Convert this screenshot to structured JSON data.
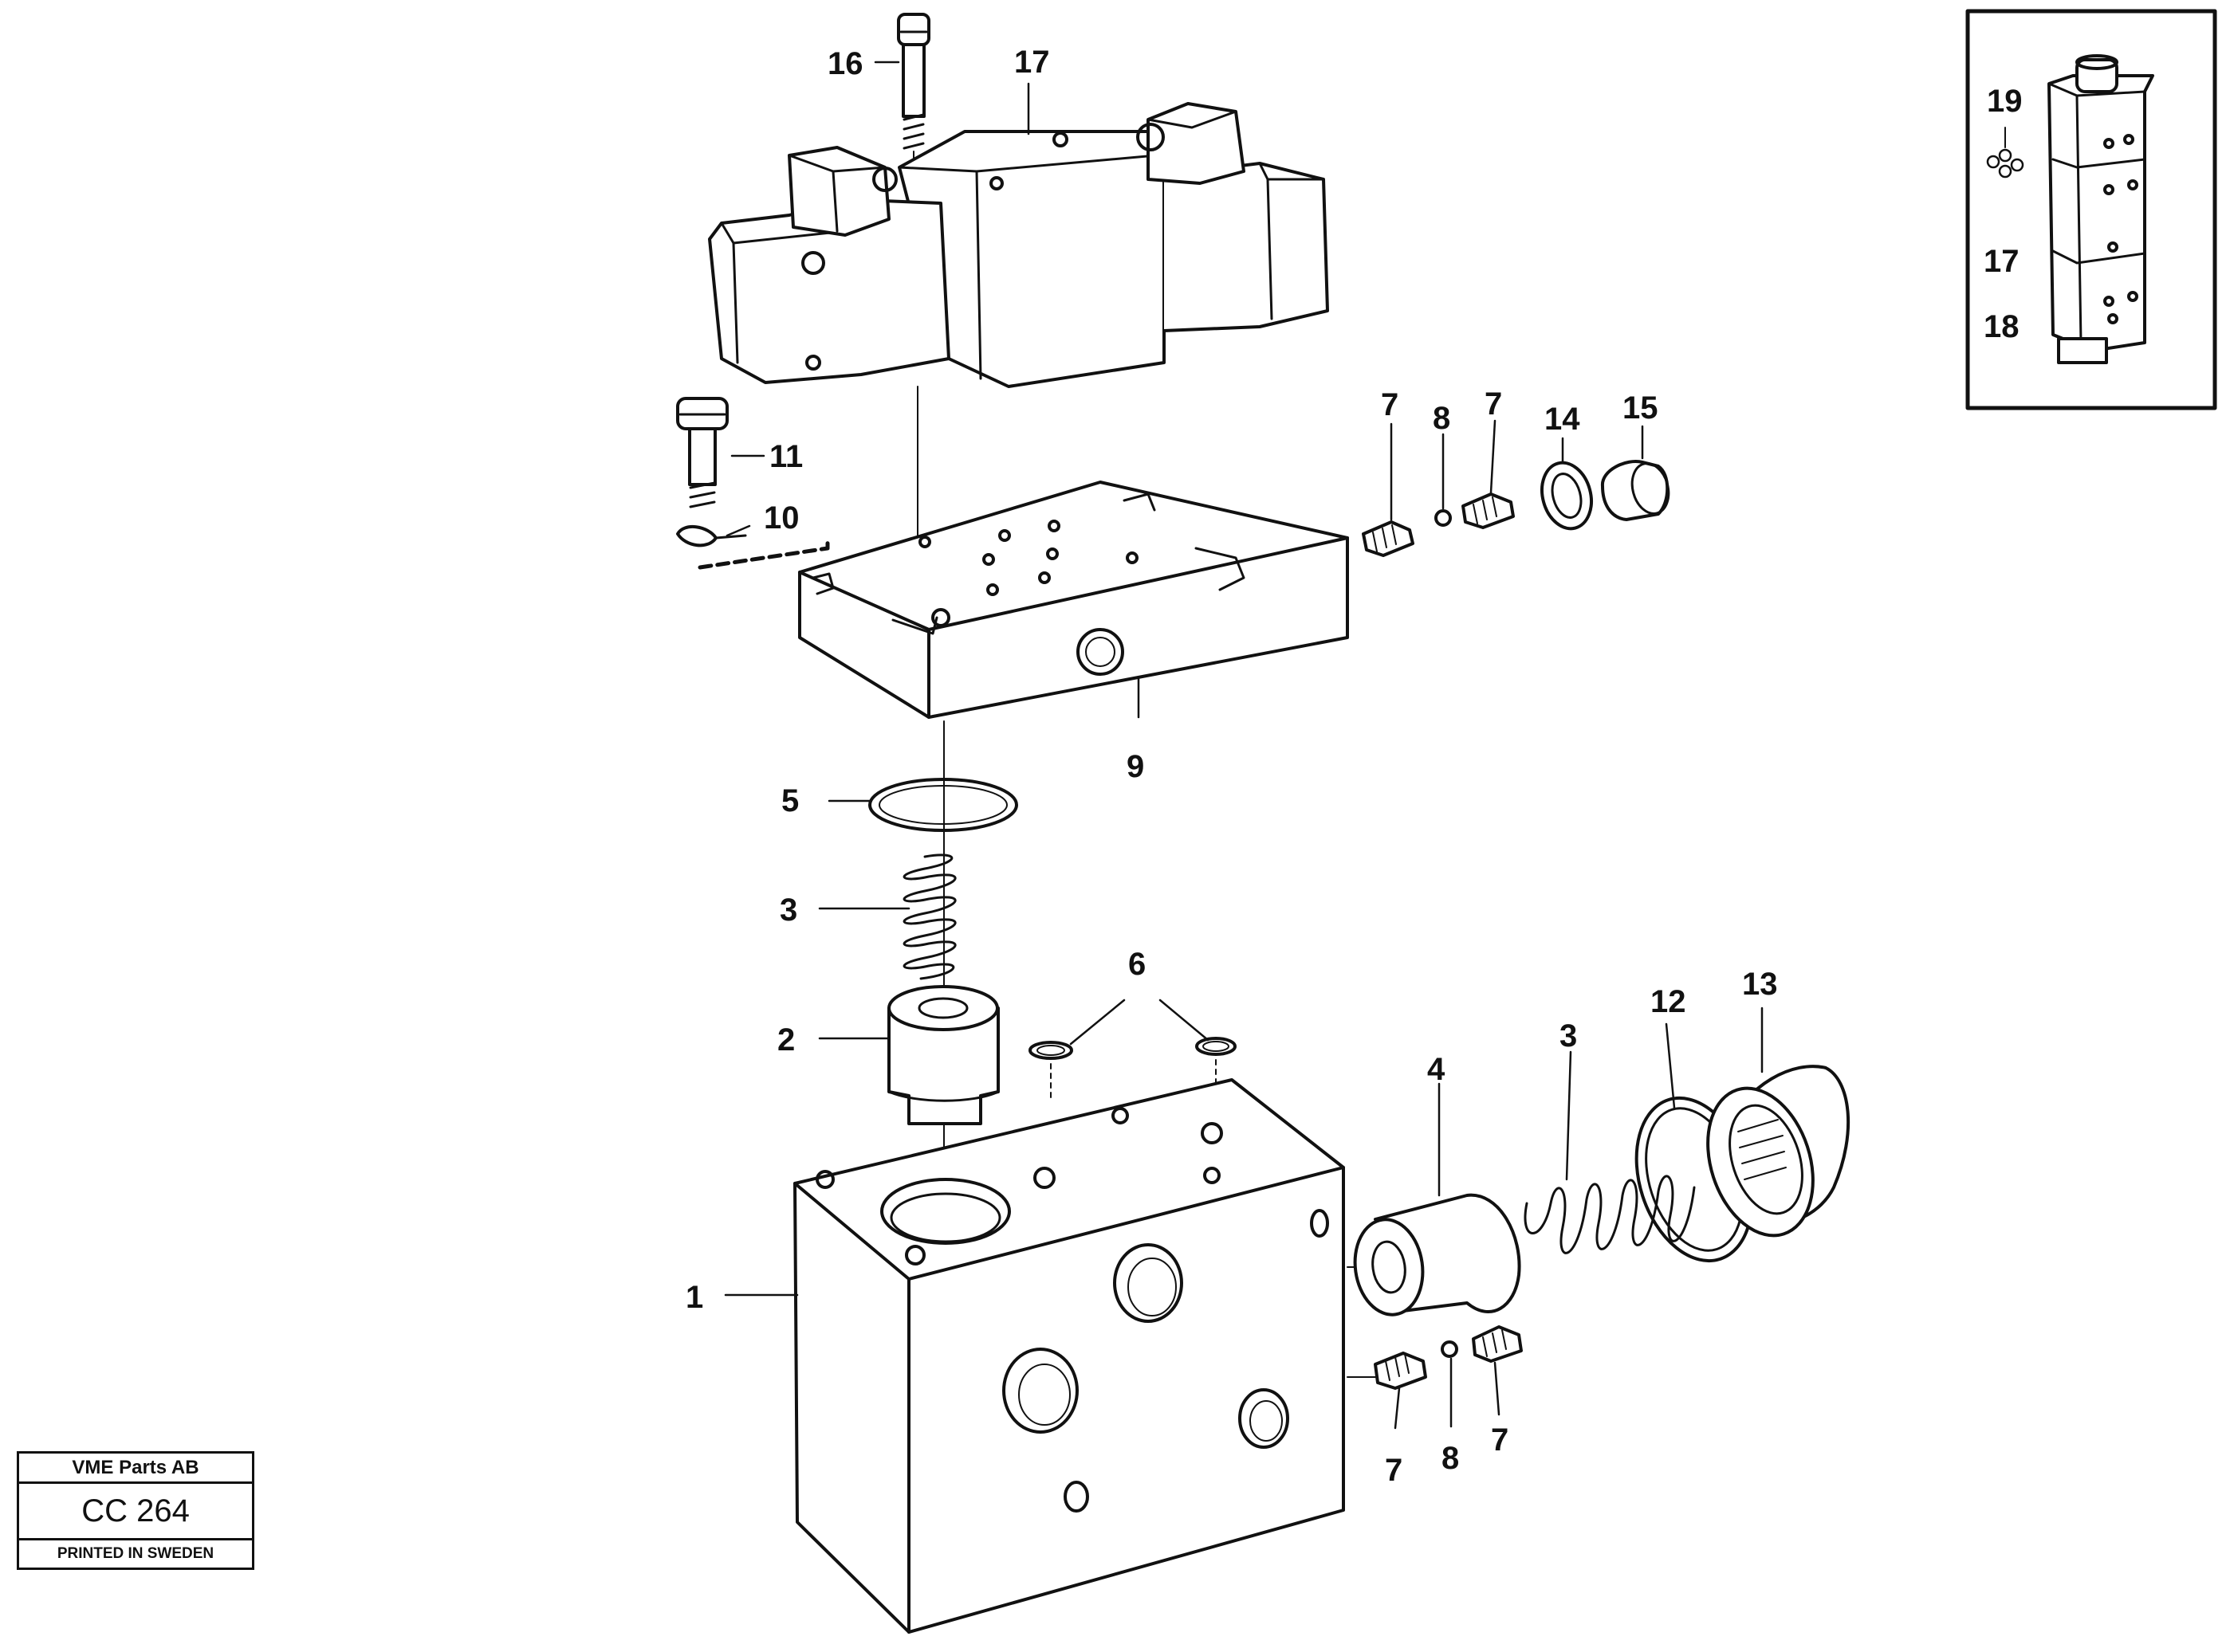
{
  "callouts": {
    "c16": "16",
    "c17_top": "17",
    "c11": "11",
    "c10": "10",
    "c7_a": "7",
    "c8_a": "8",
    "c7_b": "7",
    "c14": "14",
    "c15": "15",
    "c9": "9",
    "c5": "5",
    "c3_left": "3",
    "c2": "2",
    "c6": "6",
    "c4": "4",
    "c3_right": "3",
    "c12": "12",
    "c13": "13",
    "c1": "1",
    "c7_c": "7",
    "c8_b": "8",
    "c7_d": "7",
    "c19": "19",
    "c17_inset": "17",
    "c18": "18"
  },
  "title_block": {
    "company": "VME Parts AB",
    "code": "CC 264",
    "printed": "PRINTED IN SWEDEN"
  },
  "colors": {
    "ink": "#111111",
    "paper": "#ffffff"
  }
}
